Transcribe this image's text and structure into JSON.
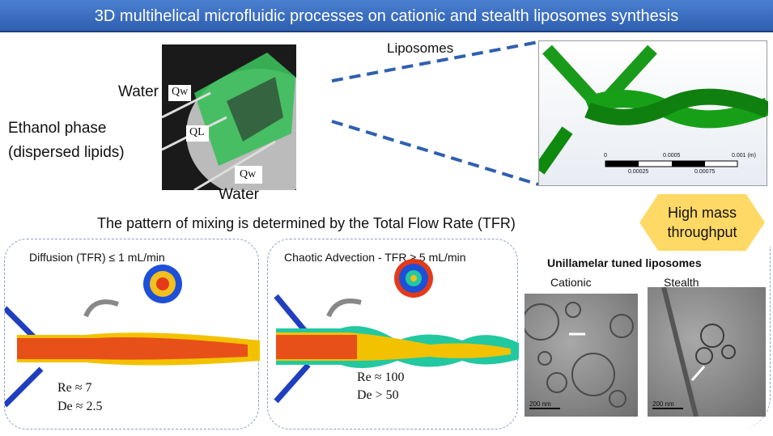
{
  "title": "3D multihelical microfluidic processes on cationic and stealth liposomes synthesis",
  "device": {
    "water_top": "Water",
    "ethanol_phase": "Ethanol phase",
    "dispersed_lipids": "(dispersed lipids)",
    "liposomes": "Liposomes",
    "water_bottom": "Water",
    "qw1": "Qw",
    "ql": "QL",
    "qw2": "Qw"
  },
  "cad_scale": {
    "t0": "0",
    "t1": "0.0005",
    "t2": "0.001 (m)",
    "b1": "0.00025",
    "b2": "0.00075"
  },
  "subtitle": "The pattern of mixing is determined by the Total Flow Rate (TFR)",
  "badge": {
    "line1": "High mass",
    "line2": "throughput"
  },
  "panel_diffusion": {
    "heading": "Diffusion (TFR)  ≤ 1 mL/min",
    "re": "Re ≈ 7",
    "de": "De ≈ 2.5"
  },
  "panel_chaotic": {
    "heading": "Chaotic Advection - TFR ≥ 5 mL/min",
    "re": "Re ≈ 100",
    "de": "De > 50"
  },
  "panel_liposomes": {
    "heading": "Unillamelar tuned liposomes",
    "cationic": "Cationic",
    "stealth": "Stealth",
    "scale1": "200 nm",
    "scale2": "200 nm"
  }
}
